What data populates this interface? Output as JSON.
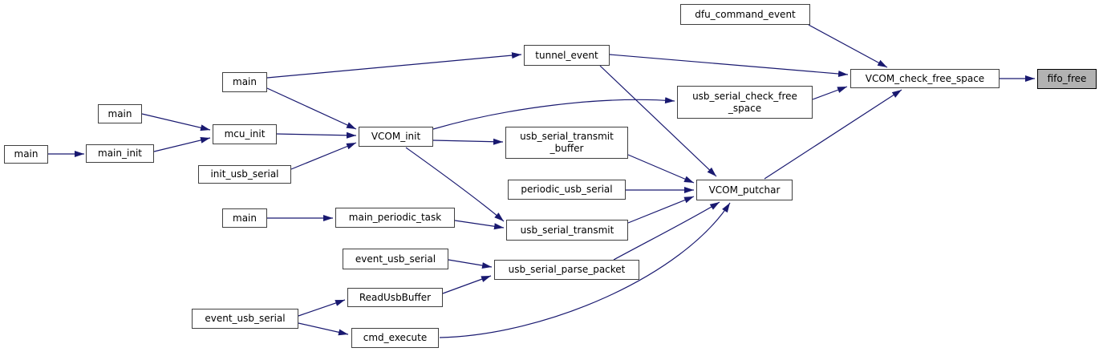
{
  "diagram": {
    "type": "doxygen-call-graph",
    "background_color": "#ffffff",
    "edge_color": "#191970",
    "node_border_color": "#404040",
    "node_fill_color": "#ffffff",
    "node_text_color": "#000000",
    "highlight_node_fill_color": "#b2b2b2",
    "highlight_node_border_color": "#000000",
    "nodes": [
      {
        "id": "main-1",
        "label": "main"
      },
      {
        "id": "main-init",
        "label": "main_init"
      },
      {
        "id": "main-2",
        "label": "main"
      },
      {
        "id": "mcu-init",
        "label": "mcu_init"
      },
      {
        "id": "init-usb-serial",
        "label": "init_usb_serial"
      },
      {
        "id": "main-3",
        "label": "main"
      },
      {
        "id": "vcom-init",
        "label": "VCOM_init"
      },
      {
        "id": "tunnel-event",
        "label": "tunnel_event"
      },
      {
        "id": "dfu-command-event",
        "label": "dfu_command_event"
      },
      {
        "id": "usb-serial-check-free-space",
        "label": "usb_serial_check_free\n_space"
      },
      {
        "id": "vcom-check-free-space",
        "label": "VCOM_check_free_space"
      },
      {
        "id": "fifo-free",
        "label": "fifo_free",
        "highlight": true
      },
      {
        "id": "usb-serial-transmit-buffer",
        "label": "usb_serial_transmit\n_buffer"
      },
      {
        "id": "periodic-usb-serial",
        "label": "periodic_usb_serial"
      },
      {
        "id": "vcom-putchar",
        "label": "VCOM_putchar"
      },
      {
        "id": "usb-serial-transmit",
        "label": "usb_serial_transmit"
      },
      {
        "id": "main-4",
        "label": "main"
      },
      {
        "id": "main-periodic-task",
        "label": "main_periodic_task"
      },
      {
        "id": "event-usb-serial-1",
        "label": "event_usb_serial"
      },
      {
        "id": "read-usb-buffer",
        "label": "ReadUsbBuffer"
      },
      {
        "id": "event-usb-serial-2",
        "label": "event_usb_serial"
      },
      {
        "id": "usb-serial-parse-packet",
        "label": "usb_serial_parse_packet"
      },
      {
        "id": "cmd-execute",
        "label": "cmd_execute"
      }
    ],
    "edges": [
      {
        "from": "main-1",
        "to": "main-init"
      },
      {
        "from": "main-2",
        "to": "mcu-init"
      },
      {
        "from": "main-init",
        "to": "mcu-init"
      },
      {
        "from": "mcu-init",
        "to": "vcom-init"
      },
      {
        "from": "init-usb-serial",
        "to": "vcom-init"
      },
      {
        "from": "main-3",
        "to": "tunnel-event"
      },
      {
        "from": "main-3",
        "to": "vcom-init"
      },
      {
        "from": "vcom-init",
        "to": "usb-serial-check-free-space"
      },
      {
        "from": "vcom-init",
        "to": "usb-serial-transmit-buffer"
      },
      {
        "from": "vcom-init",
        "to": "usb-serial-transmit"
      },
      {
        "from": "usb-serial-transmit-buffer",
        "to": "vcom-putchar"
      },
      {
        "from": "periodic-usb-serial",
        "to": "vcom-putchar"
      },
      {
        "from": "tunnel-event",
        "to": "vcom-check-free-space"
      },
      {
        "from": "tunnel-event",
        "to": "vcom-putchar"
      },
      {
        "from": "dfu-command-event",
        "to": "vcom-check-free-space"
      },
      {
        "from": "usb-serial-check-free-space",
        "to": "vcom-check-free-space"
      },
      {
        "from": "vcom-check-free-space",
        "to": "fifo-free"
      },
      {
        "from": "vcom-putchar",
        "to": "vcom-check-free-space"
      },
      {
        "from": "main-4",
        "to": "main-periodic-task"
      },
      {
        "from": "main-periodic-task",
        "to": "usb-serial-transmit"
      },
      {
        "from": "usb-serial-transmit",
        "to": "vcom-putchar"
      },
      {
        "from": "event-usb-serial-1",
        "to": "usb-serial-parse-packet"
      },
      {
        "from": "read-usb-buffer",
        "to": "usb-serial-parse-packet"
      },
      {
        "from": "usb-serial-parse-packet",
        "to": "vcom-putchar"
      },
      {
        "from": "event-usb-serial-2",
        "to": "read-usb-buffer"
      },
      {
        "from": "event-usb-serial-2",
        "to": "cmd-execute"
      },
      {
        "from": "cmd-execute",
        "to": "vcom-putchar"
      }
    ]
  }
}
